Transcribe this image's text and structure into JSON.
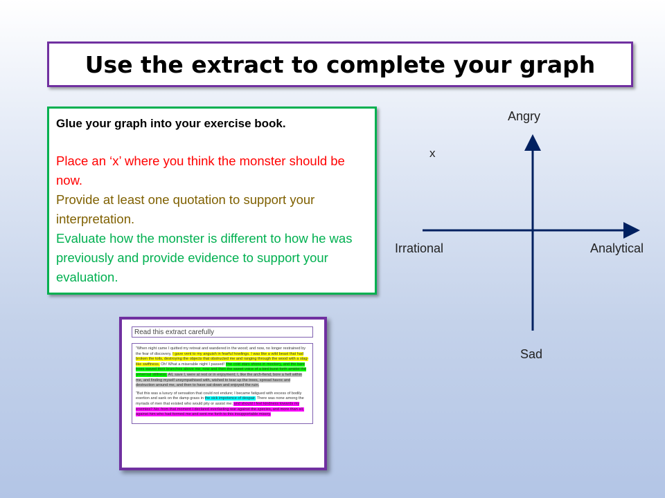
{
  "title": "Use the extract to complete your graph",
  "task": {
    "heading": "Glue your graph into your exercise book.",
    "items": [
      {
        "text": "Place an ‘x’ where you think the monster should be now.",
        "color": "#ff0000"
      },
      {
        "text": "Provide at least one quotation to support your interpretation.",
        "color": "#7f6000"
      },
      {
        "text": "Evaluate how the monster is different to how he was previously and provide evidence to support your evaluation.",
        "color": "#00b050"
      }
    ]
  },
  "graph": {
    "top": "Angry",
    "bottom": "Sad",
    "left": "Irrational",
    "right": "Analytical",
    "marker": "x",
    "axis_color": "#002060"
  },
  "extract": {
    "heading": "Read this extract carefully",
    "paragraph1": [
      {
        "text": "“When night came I quitted my retreat and wandered in the wood; and now, no longer restrained by the fear of discovery, ",
        "hl": ""
      },
      {
        "text": "I gave vent to my anguish in fearful howlings. I was like a wild beast that had broken the toils, destroying the objects that obstructed me and ranging through the wood with a stag-like swiftness.",
        "hl": "#ffff00"
      },
      {
        "text": " Oh! What a miserable night I passed! ",
        "hl": ""
      },
      {
        "text": "The cold stars shone in mockery, and the bare trees waved their branches above me; now and then the sweet voice of a bird burst forth amidst the universal stillness.",
        "hl": "#00ff00"
      },
      {
        "text": " All, save I, were at rest or in enjoyment; I, like the arch-fiend, bore a hell within me, and finding myself unsympathised with, wished to tear up the trees, spread havoc and destruction around me, and then to have sat down and enjoyed the ruin.",
        "hl": "#c0c0c0"
      }
    ],
    "paragraph2": [
      {
        "text": "“But this was a luxury of sensation that could not endure; I became fatigued with excess of bodily exertion and sank on the damp grass in ",
        "hl": ""
      },
      {
        "text": "the sick impotence of despair.",
        "hl": "#00ffff"
      },
      {
        "text": " There was none among the myriads of men that existed who would pity or assist me; ",
        "hl": ""
      },
      {
        "text": "and should I feel kindness towards my enemies? No: from that moment I declared everlasting war against the species, and more than all, against him who had formed me and sent me forth to this insupportable misery.",
        "hl": "#ff00ff"
      }
    ]
  }
}
